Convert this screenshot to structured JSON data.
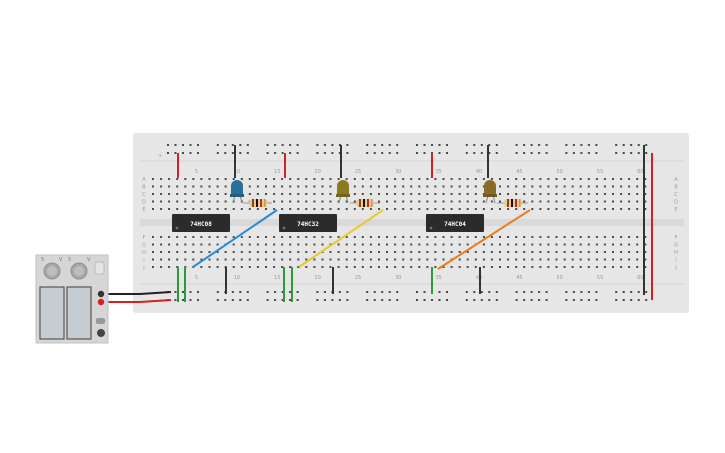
{
  "breadboard": {
    "column_ticks_top": [
      "5",
      "10",
      "15",
      "20",
      "25",
      "30",
      "35",
      "40",
      "45",
      "50",
      "55",
      "60"
    ],
    "column_ticks_bottom": [
      "5",
      "10",
      "15",
      "20",
      "25",
      "30",
      "35",
      "40",
      "45",
      "50",
      "55",
      "60"
    ],
    "rows_upper": [
      "A",
      "B",
      "C",
      "D",
      "E"
    ],
    "rows_lower": [
      "F",
      "G",
      "H",
      "I",
      "J"
    ],
    "rail_sign": "+"
  },
  "chips": [
    {
      "label": "74HC08"
    },
    {
      "label": "74HC32"
    },
    {
      "label": "74HC04"
    }
  ],
  "components": {
    "led_colors": [
      "#2a6f9a",
      "#8a7a22",
      "#8a6a2a"
    ],
    "wire_colors": [
      "#2a8ad6",
      "#e8c92a",
      "#e87d1e"
    ],
    "power_wire_colors": [
      "#222222",
      "#d42020"
    ]
  },
  "power_supply": {
    "labels": [
      "5",
      "V",
      "5",
      "V"
    ]
  },
  "colors": {
    "board": "#e6e6e6",
    "red_rail": "#d42020",
    "green_wire": "#2a9a3a",
    "black_wire": "#333333"
  }
}
